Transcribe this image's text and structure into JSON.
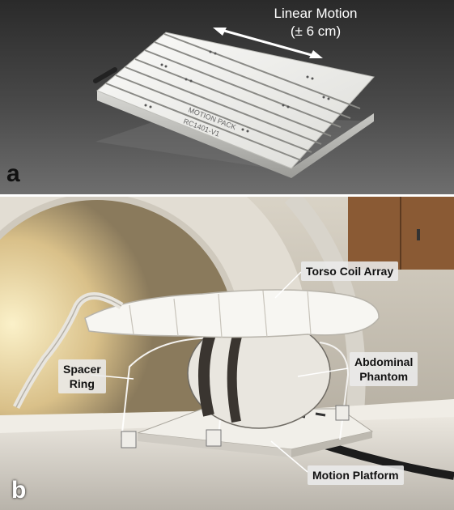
{
  "panel_a": {
    "letter": "a",
    "motion_label_line1": "Linear Motion",
    "motion_label_line2": "(± 6 cm)",
    "device_text_line1": "MOTION PACK",
    "device_text_line2": "RC1401-V1"
  },
  "panel_b": {
    "letter": "b",
    "labels": {
      "torso_coil": "Torso Coil Array",
      "spacer_ring_line1": "Spacer",
      "spacer_ring_line2": "Ring",
      "abdominal_line1": "Abdominal",
      "abdominal_line2": "Phantom",
      "motion_platform": "Motion Platform"
    }
  },
  "colors": {
    "callout_bg": "#ebebeb",
    "device_white": "#f2f2ef",
    "scanner_glow": "#f4e6b8"
  }
}
